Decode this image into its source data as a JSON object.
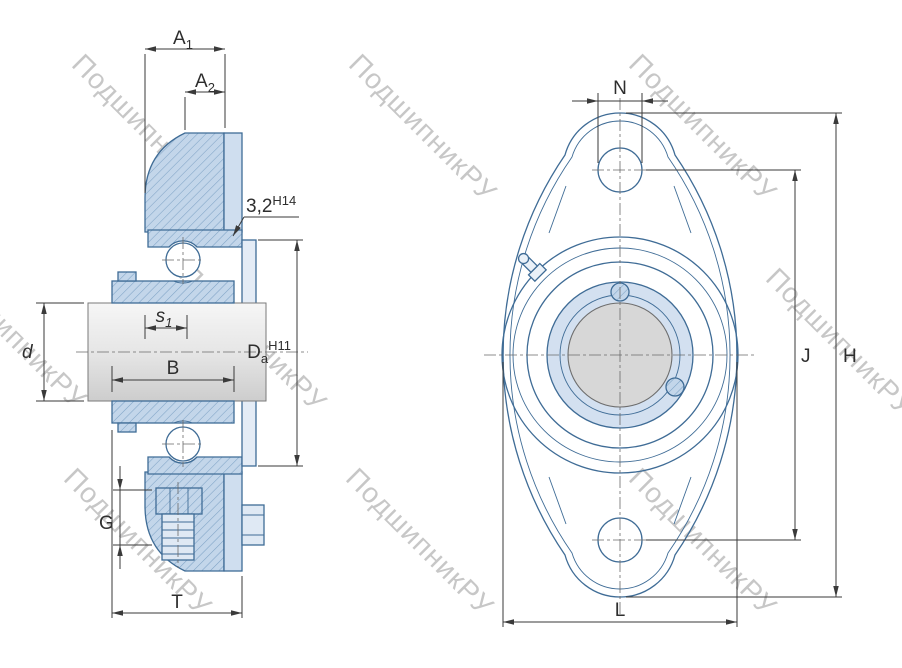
{
  "watermark": {
    "text": "ПодшипникРУ",
    "color": "#c2c2c2"
  },
  "colors": {
    "part_outline": "#3f6c96",
    "part_fill": "#c3d6ea",
    "hatch_line": "#7fa3c6",
    "shaft_fill": "#e2e2e2",
    "bore_fill": "#d7d7d7",
    "inner_ring_face_fill": "#d3e0f0",
    "dimension": "#3a3a3a",
    "background": "#ffffff"
  },
  "left_view": {
    "dims": {
      "A1": {
        "main": "A",
        "sub": "1"
      },
      "A2": {
        "main": "A",
        "sub": "2"
      },
      "surface": {
        "main": "3,2",
        "sup": "H14"
      },
      "s1": {
        "main": "s",
        "sub": "1"
      },
      "d": {
        "main": "d"
      },
      "B": {
        "main": "B"
      },
      "Da": {
        "main": "D",
        "sub": "a",
        "sup": "H11"
      },
      "G": {
        "main": "G"
      },
      "T": {
        "main": "T"
      }
    }
  },
  "right_view": {
    "dims": {
      "N": {
        "main": "N"
      },
      "J": {
        "main": "J"
      },
      "H": {
        "main": "H"
      },
      "L": {
        "main": "L"
      }
    }
  }
}
